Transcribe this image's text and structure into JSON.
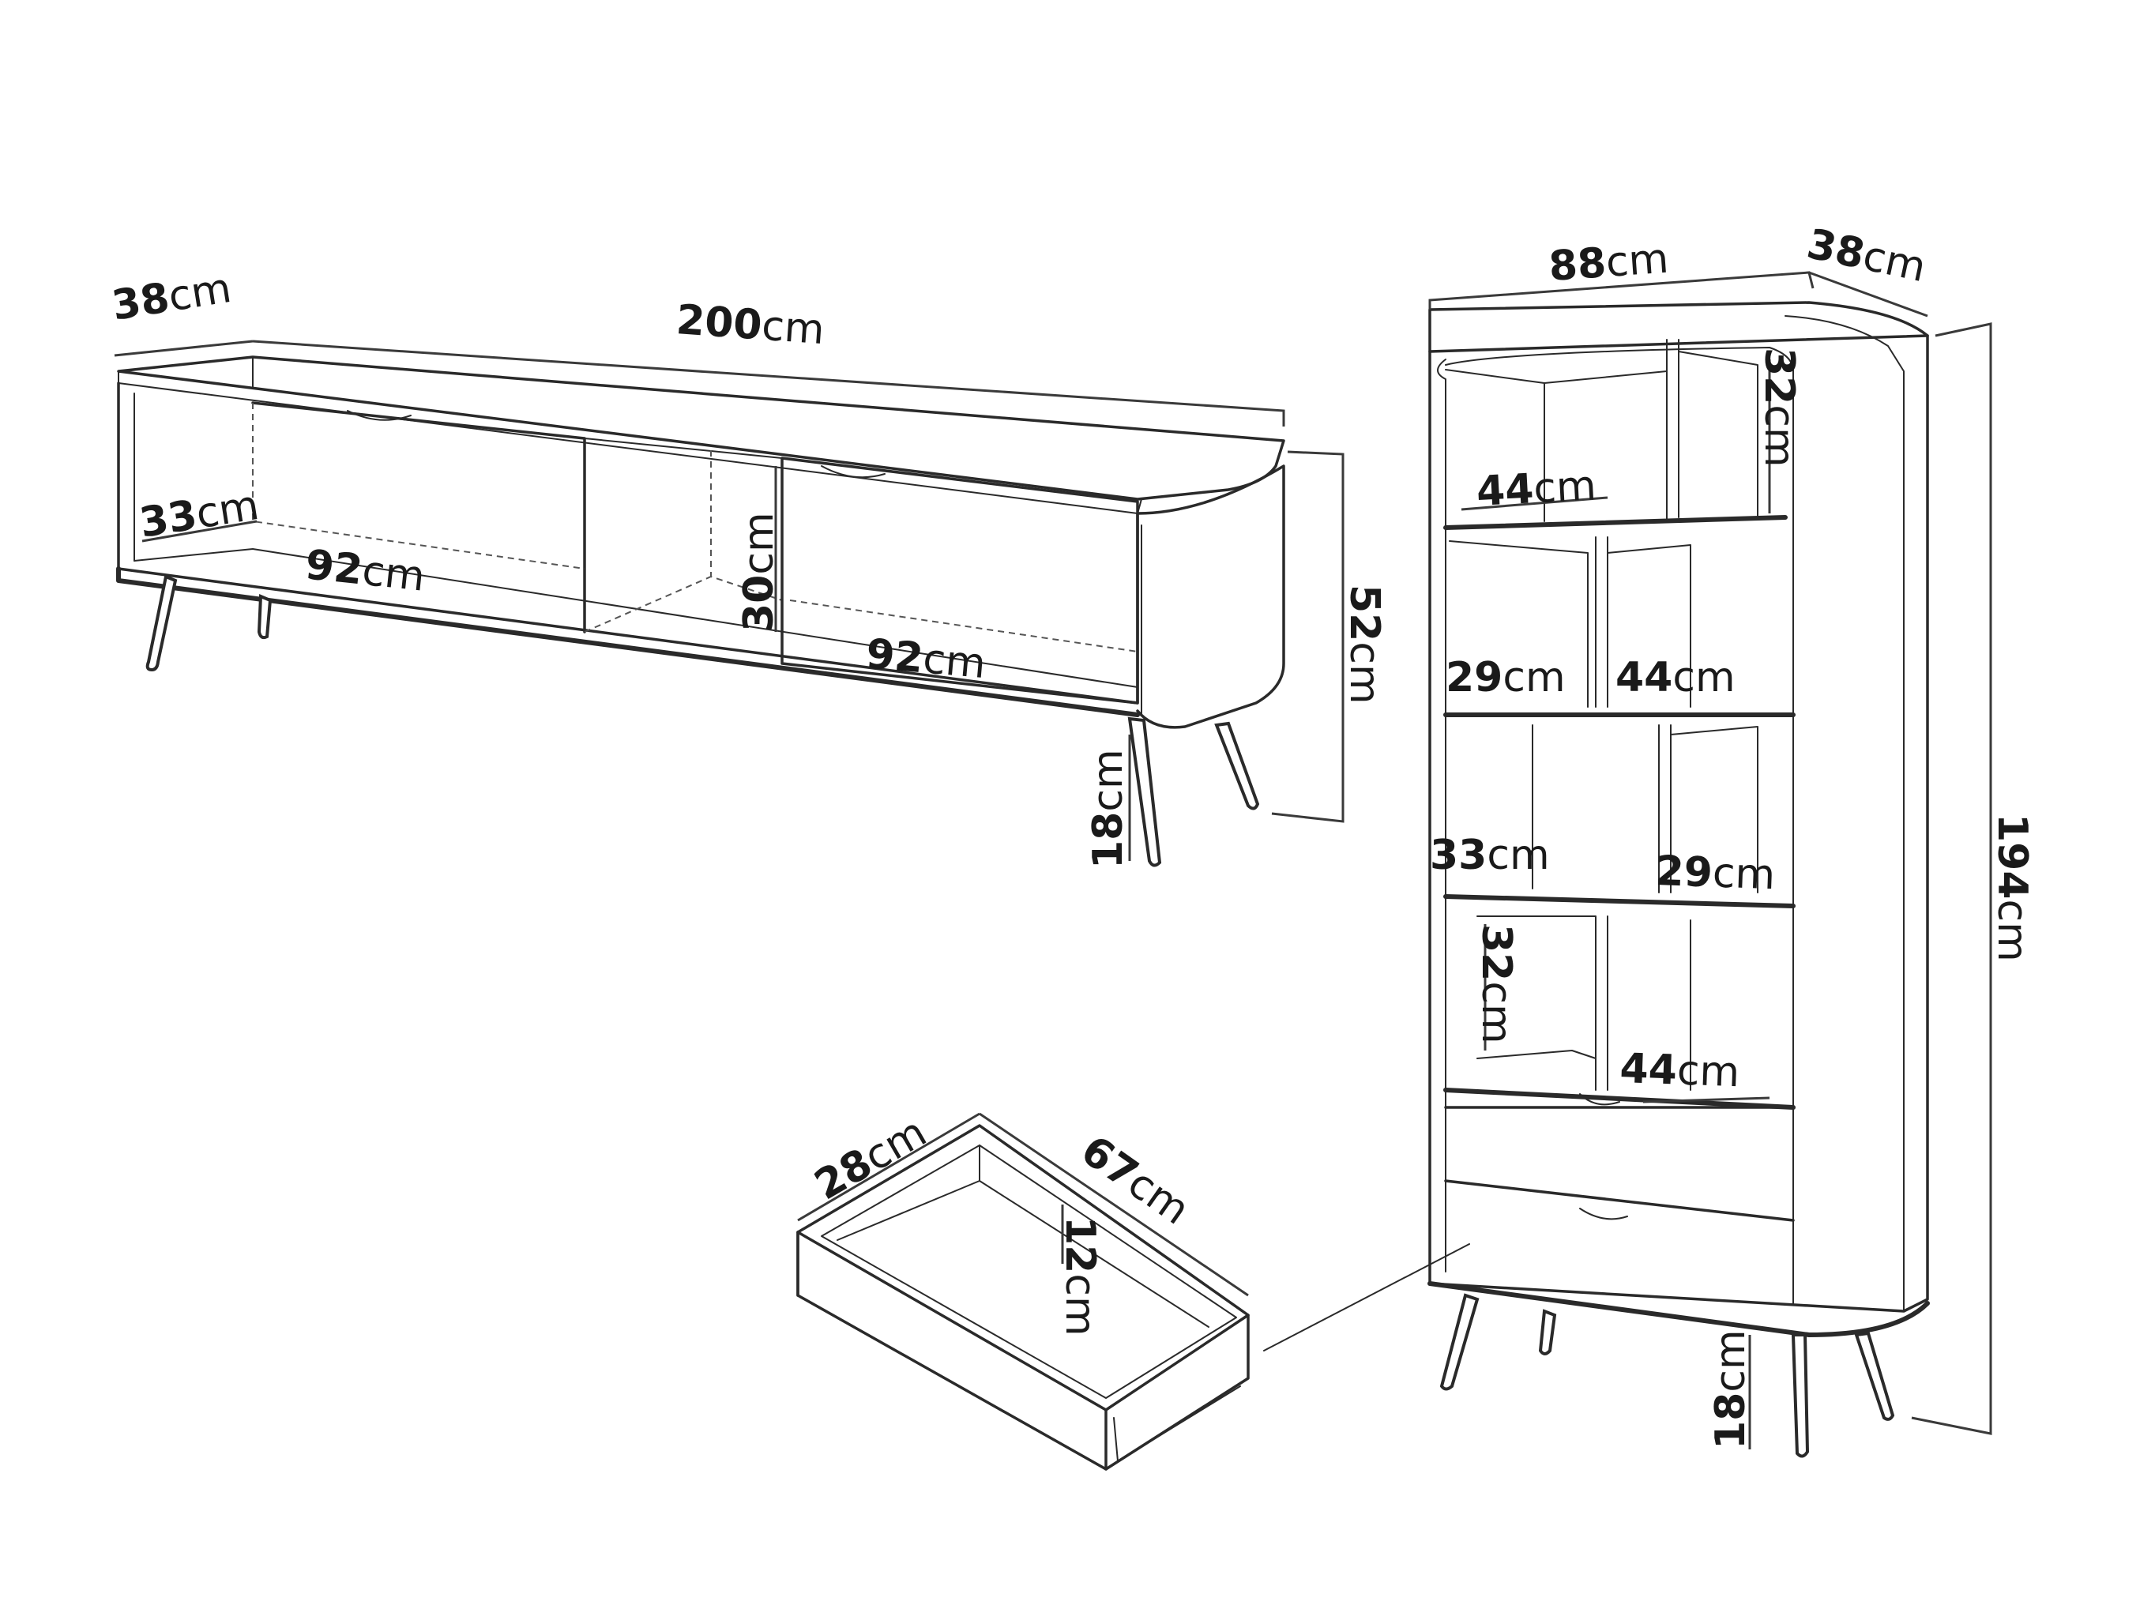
{
  "tv_unit": {
    "depth": {
      "value": "38",
      "unit": "cm"
    },
    "width": {
      "value": "200",
      "unit": "cm"
    },
    "shelf_depth": {
      "value": "33",
      "unit": "cm"
    },
    "left_compartment_width": {
      "value": "92",
      "unit": "cm"
    },
    "compartment_height": {
      "value": "30",
      "unit": "cm"
    },
    "right_compartment_width": {
      "value": "92",
      "unit": "cm"
    },
    "total_height": {
      "value": "52",
      "unit": "cm"
    },
    "leg_height": {
      "value": "18",
      "unit": "cm"
    }
  },
  "bookcase": {
    "width": {
      "value": "88",
      "unit": "cm"
    },
    "depth": {
      "value": "38",
      "unit": "cm"
    },
    "top_shelf_height": {
      "value": "32",
      "unit": "cm"
    },
    "top_left_width": {
      "value": "44",
      "unit": "cm"
    },
    "narrow_left_width": {
      "value": "29",
      "unit": "cm"
    },
    "right_width_2": {
      "value": "44",
      "unit": "cm"
    },
    "shelf_depth": {
      "value": "33",
      "unit": "cm"
    },
    "narrow_right_width": {
      "value": "29",
      "unit": "cm"
    },
    "lower_shelf_height": {
      "value": "32",
      "unit": "cm"
    },
    "bottom_right_width": {
      "value": "44",
      "unit": "cm"
    },
    "total_height": {
      "value": "194",
      "unit": "cm"
    },
    "leg_height": {
      "value": "18",
      "unit": "cm"
    }
  },
  "drawer": {
    "depth": {
      "value": "28",
      "unit": "cm"
    },
    "width": {
      "value": "67",
      "unit": "cm"
    },
    "height": {
      "value": "12",
      "unit": "cm"
    }
  }
}
